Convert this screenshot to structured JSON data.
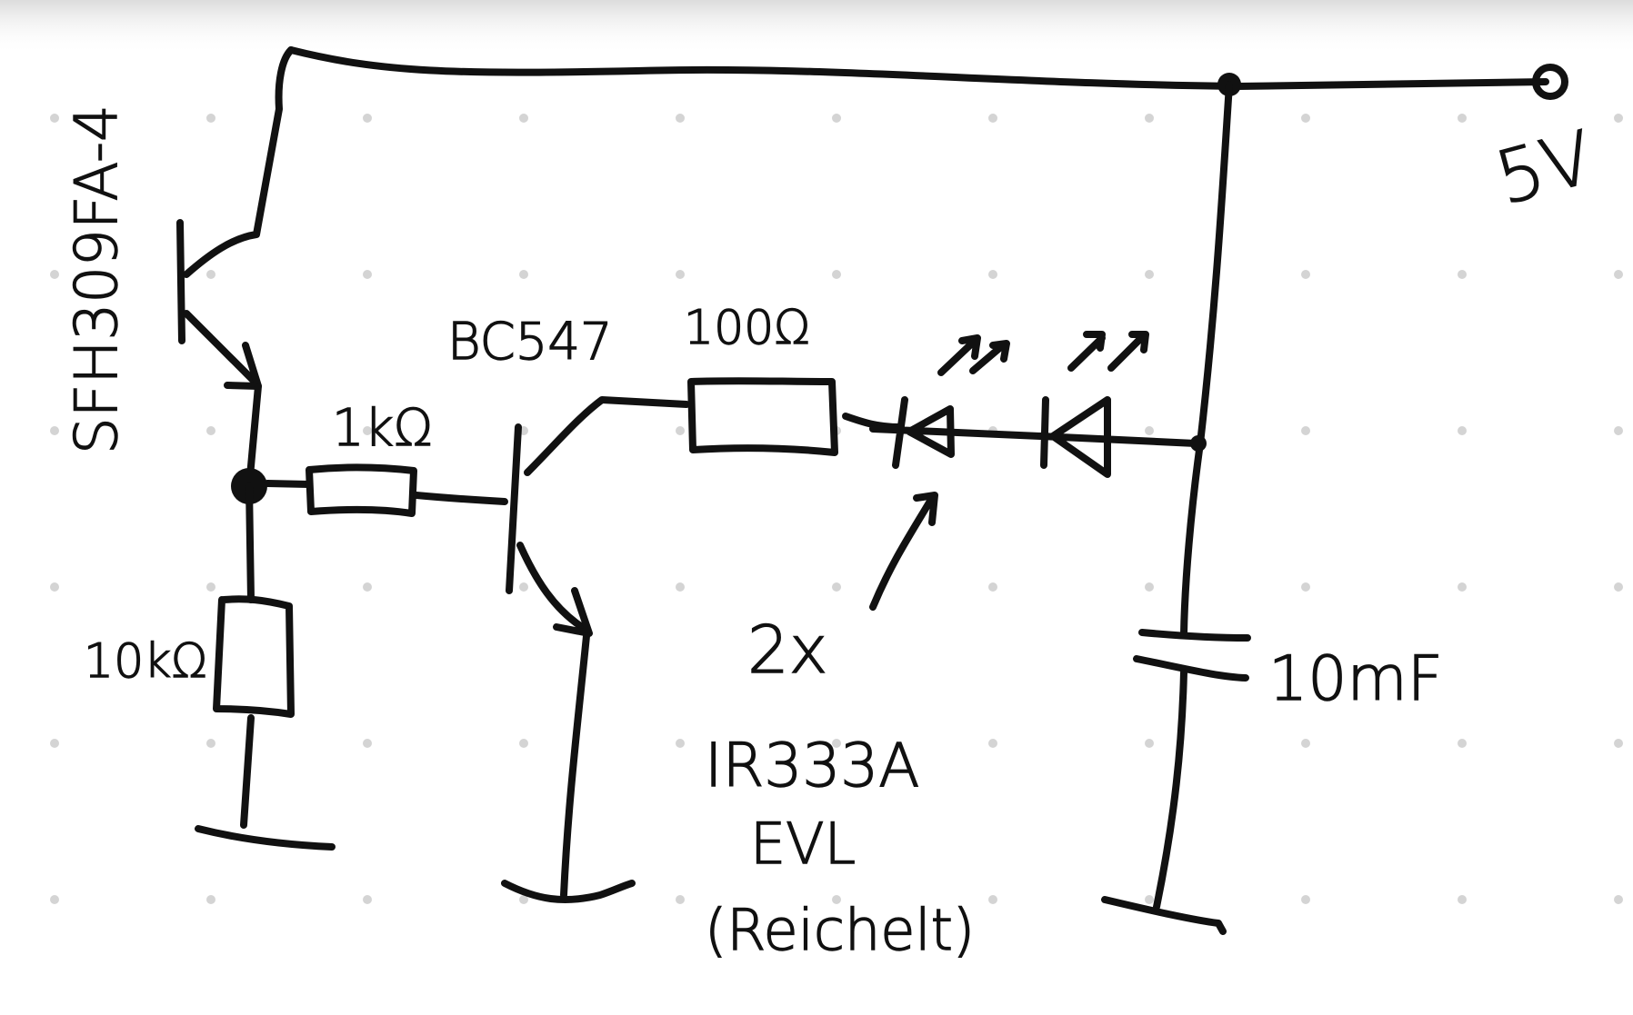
{
  "labels": {
    "phototransistor": "SFH309FA-4",
    "transistor": "BC547",
    "r_base": "1kΩ",
    "r_led": "100Ω",
    "r_pulldown": "10kΩ",
    "supply": "5V",
    "capacitor": "10mF",
    "led_count": "2x",
    "led_part": "IR333A",
    "led_suffix": "EVL",
    "vendor": "(Reichelt)"
  },
  "colors": {
    "ink": "#111111",
    "paper": "#ffffff",
    "grid_dot": "#d4d4d4"
  }
}
